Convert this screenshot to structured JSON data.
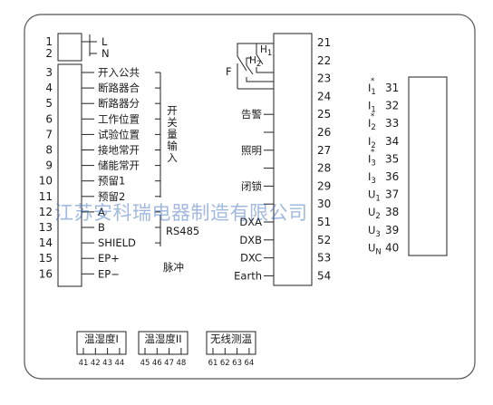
{
  "left_block": {
    "power": [
      {
        "num": "1",
        "label": "L"
      },
      {
        "num": "2",
        "label": "N"
      }
    ],
    "terminals": [
      {
        "num": "3",
        "label": "开入公共"
      },
      {
        "num": "4",
        "label": "断路器合"
      },
      {
        "num": "5",
        "label": "断路器分"
      },
      {
        "num": "6",
        "label": "工作位置"
      },
      {
        "num": "7",
        "label": "试验位置"
      },
      {
        "num": "8",
        "label": "接地常开"
      },
      {
        "num": "9",
        "label": "储能常开"
      },
      {
        "num": "10",
        "label": "预留1"
      },
      {
        "num": "11",
        "label": "预留2"
      },
      {
        "num": "12",
        "label": "A"
      },
      {
        "num": "13",
        "label": "B"
      },
      {
        "num": "14",
        "label": "SHIELD"
      },
      {
        "num": "15",
        "label": "EP+"
      },
      {
        "num": "16",
        "label": "EP−"
      }
    ],
    "group_switch_input": [
      "开",
      "关",
      "量",
      "输",
      "入"
    ],
    "group_rs485": "RS485",
    "group_pulse": "脉冲"
  },
  "middle_block": {
    "relay_F": "F",
    "relay_H1": "H",
    "relay_H1_sub": "1",
    "relay_H2": "H",
    "relay_H2_sub": "2",
    "terminals": [
      {
        "num": "21",
        "label": ""
      },
      {
        "num": "22",
        "label": ""
      },
      {
        "num": "23",
        "label": ""
      },
      {
        "num": "24",
        "label": ""
      },
      {
        "num": "25",
        "label": "告警"
      },
      {
        "num": "26",
        "label": ""
      },
      {
        "num": "27",
        "label": "照明"
      },
      {
        "num": "28",
        "label": ""
      },
      {
        "num": "29",
        "label": "闭锁"
      },
      {
        "num": "30",
        "label": ""
      },
      {
        "num": "51",
        "label": "DXA"
      },
      {
        "num": "52",
        "label": "DXB"
      },
      {
        "num": "53",
        "label": "DXC"
      },
      {
        "num": "54",
        "label": "Earth"
      }
    ]
  },
  "right_block": {
    "terminals": [
      {
        "num": "31",
        "sym": "I",
        "sub": "1",
        "star": true
      },
      {
        "num": "32",
        "sym": "I",
        "sub": "1",
        "star": false
      },
      {
        "num": "33",
        "sym": "I",
        "sub": "2",
        "star": true
      },
      {
        "num": "34",
        "sym": "I",
        "sub": "2",
        "star": false
      },
      {
        "num": "35",
        "sym": "I",
        "sub": "3",
        "star": true
      },
      {
        "num": "36",
        "sym": "I",
        "sub": "3",
        "star": false
      },
      {
        "num": "37",
        "sym": "U",
        "sub": "1",
        "star": false
      },
      {
        "num": "38",
        "sym": "U",
        "sub": "2",
        "star": false
      },
      {
        "num": "39",
        "sym": "U",
        "sub": "3",
        "star": false
      },
      {
        "num": "40",
        "sym": "U",
        "sub": "N",
        "star": false
      }
    ]
  },
  "bottom_modules": [
    {
      "title": "温湿度I",
      "pins": [
        "41",
        "42",
        "43",
        "44"
      ]
    },
    {
      "title": "温湿度II",
      "pins": [
        "45",
        "46",
        "47",
        "48"
      ]
    },
    {
      "title": "无线测温",
      "pins": [
        "61",
        "62",
        "63",
        "64"
      ]
    }
  ],
  "watermark": "江苏安科瑞电器制造有限公司"
}
